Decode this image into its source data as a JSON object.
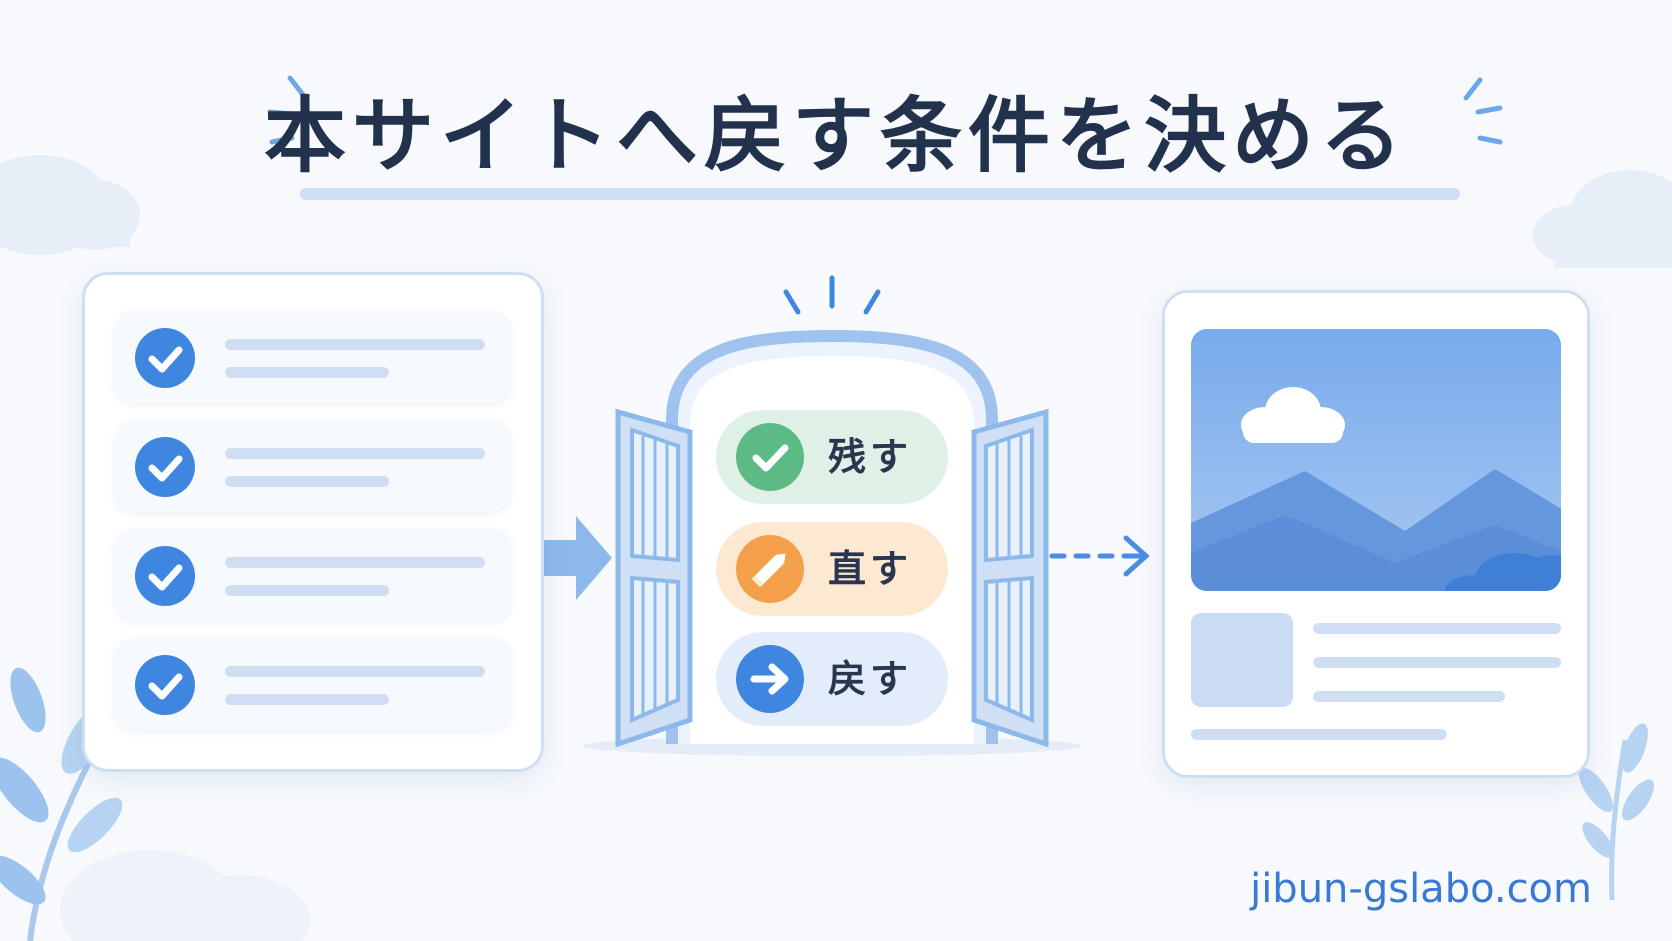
{
  "title": "本サイトへ戻す条件を決める",
  "options": [
    {
      "label": "残す",
      "icon": "check-icon",
      "bg": "#dff1e6",
      "icon_color": "#5cbb84"
    },
    {
      "label": "直す",
      "icon": "pencil-icon",
      "bg": "#fde8d2",
      "icon_color": "#f4a04a"
    },
    {
      "label": "戻す",
      "icon": "arrow-right-icon",
      "bg": "#e2ecfa",
      "icon_color": "#3f86e0"
    }
  ],
  "footer": {
    "url": "jibun-gslabo.com"
  },
  "colors": {
    "accent": "#3f86e0",
    "title_text": "#22324d",
    "line": "#cfdef2"
  }
}
